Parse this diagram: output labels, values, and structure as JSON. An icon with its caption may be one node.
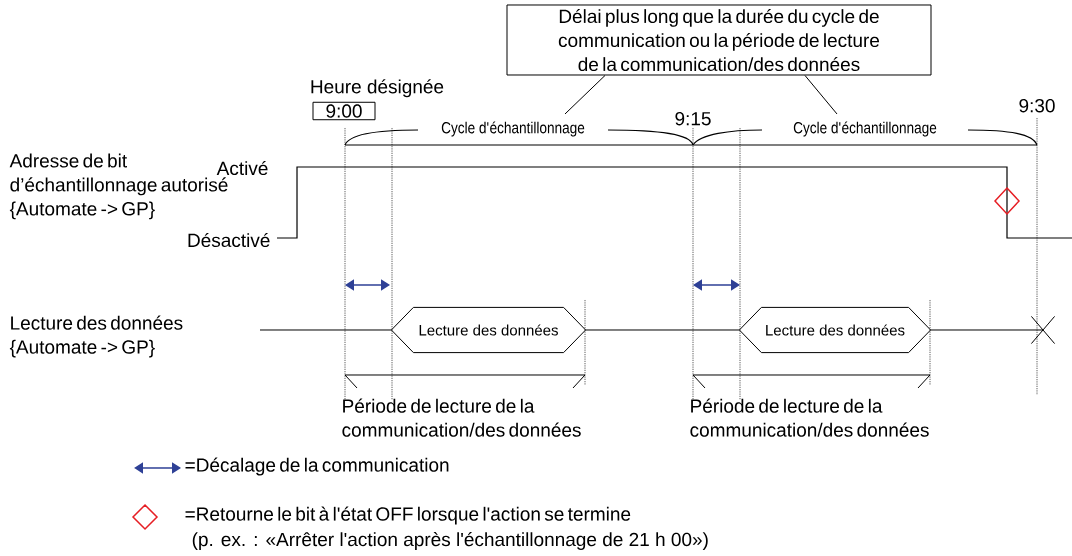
{
  "diagram": {
    "nodes": [
      {
        "text": [
          "Délai plus long que la durée du cycle de communication ou la période de lecture de la communication/des données"
        ]
      },
      {
        "text": [
          "Heure désignée",
          "9:00"
        ]
      },
      {
        "text": [
          "Lecture des données"
        ]
      },
      {
        "text": [
          "Lecture des données"
        ]
      },
      {
        "text": [
          "Cycle d'échantillonnage"
        ]
      },
      {
        "text": [
          "Cycle d'échantillonnage"
        ]
      },
      {
        "text": [],
        "shape": "cross"
      }
    ],
    "edges": [
      {
        "from": 0,
        "to": 4,
        "arrow": "none"
      },
      {
        "from": 0,
        "to": 5,
        "arrow": "none"
      },
      {
        "from": null,
        "to": 2,
        "arrow": "none"
      },
      {
        "from": 2,
        "to": 3,
        "arrow": "none"
      },
      {
        "from": 3,
        "to": 6,
        "arrow": "none"
      }
    ],
    "labels": [
      "9:15",
      "9:30",
      "Adresse de bit d’échantillonnage autorisé {Automate -> GP}",
      "Activé",
      "Désactivé",
      "Lecture des données {Automate -> GP}",
      "Période de lecture de la communication/des données",
      "Période de lecture de la communication/des données",
      "(p. ex. : «Arrêter l'action après l'échantillonnage de 21 h 00»)"
    ],
    "legend": [
      {
        "text": "=Décalage de la communication"
      },
      {
        "text": "=Retourne le bit à l'état OFF lorsque l'action se termine"
      }
    ]
  }
}
